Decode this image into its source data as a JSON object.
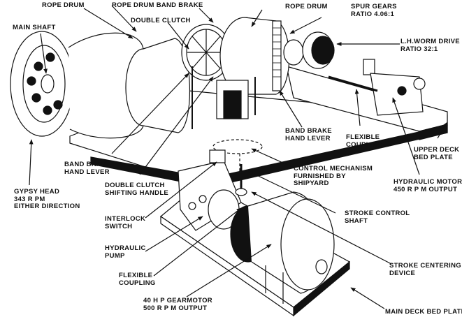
{
  "title": "Anchor windlass arrangement",
  "colors": {
    "ink": "#111111",
    "background": "#ffffff"
  },
  "labels": {
    "rope_drum_left": [
      "ROPE DRUM"
    ],
    "rope_drum_band_brake": [
      "ROPE DRUM BAND BRAKE"
    ],
    "double_clutch": [
      "DOUBLE CLUTCH"
    ],
    "main_shaft": [
      "MAIN SHAFT"
    ],
    "rope_drum_right": [
      "ROPE DRUM"
    ],
    "spur_gears": [
      "SPUR GEARS",
      "RATIO 4.06:1"
    ],
    "worm_drive": [
      "L.H.WORM DRIVE",
      "RATIO 32:1"
    ],
    "band_brake_hand_lever_right": [
      "BAND BRAKE",
      "HAND LEVER"
    ],
    "flexible_coupling_upper": [
      "FLEXIBLE",
      "COUPLING"
    ],
    "upper_deck_bed_plate": [
      "UPPER DECK",
      "BED PLATE"
    ],
    "hydraulic_motor": [
      "HYDRAULIC MOTOR",
      "450 R P M  OUTPUT"
    ],
    "band_brake_hand_lever_left": [
      "BAND BRAKE",
      "HAND LEVER"
    ],
    "double_clutch_shifting_handle": [
      "DOUBLE CLUTCH",
      "SHIFTING HANDLE"
    ],
    "control_mechanism": [
      "CONTROL MECHANISM",
      "FURNISHED BY",
      "SHIPYARD"
    ],
    "gypsy_head": [
      "GYPSY HEAD",
      "343 R PM",
      "EITHER DIRECTION"
    ],
    "interlock_switch": [
      "INTERLOCK",
      "SWITCH"
    ],
    "stroke_control_shaft": [
      "STROKE CONTROL",
      "SHAFT"
    ],
    "hydraulic_pump": [
      "HYDRAULIC",
      "PUMP"
    ],
    "flexible_coupling_lower": [
      "FLEXIBLE",
      "COUPLING"
    ],
    "stroke_centering_device": [
      "STROKE CENTERING",
      "DEVICE"
    ],
    "gearmotor": [
      "40 H P GEARMOTOR",
      "500 R P M  OUTPUT"
    ],
    "main_deck_bed_plate": [
      "MAIN DECK BED PLATE"
    ]
  }
}
